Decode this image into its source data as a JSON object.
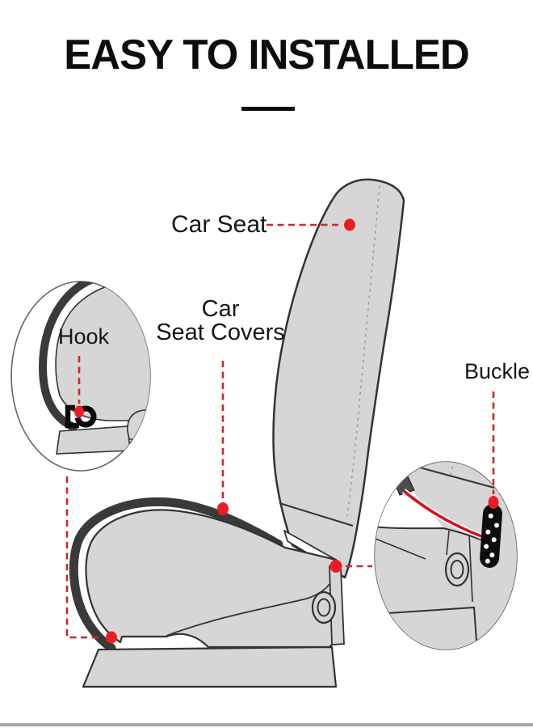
{
  "title": {
    "text": "EASY TO INSTALLED"
  },
  "diagram": {
    "labels": {
      "car_seat": "Car Seat",
      "covers_line1": "Car",
      "covers_line2": "Seat Covers",
      "hook": "Hook",
      "buckle": "Buckle"
    },
    "colors": {
      "seat_fill": "#d6d6d6",
      "outline": "#333333",
      "cover_band": "#3a3a3a",
      "leader_red": "#c9282d",
      "marker_red": "#ed1c24"
    },
    "parts": [
      "car-seat-backrest",
      "car-seat-cushion",
      "seat-cover-band",
      "seat-base",
      "recliner-hinge",
      "hook-detail-inset",
      "buckle-detail-inset"
    ]
  }
}
